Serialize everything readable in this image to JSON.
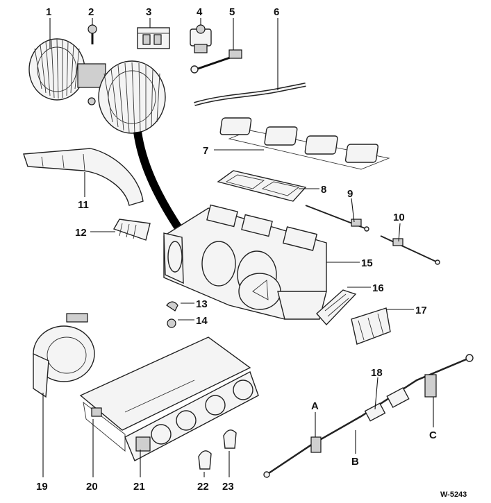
{
  "diagram": {
    "reference": "W-5243",
    "callouts": {
      "c1": "1",
      "c2": "2",
      "c3": "3",
      "c4": "4",
      "c5": "5",
      "c6": "6",
      "c7": "7",
      "c8": "8",
      "c9": "9",
      "c10": "10",
      "c11": "11",
      "c12": "12",
      "c13": "13",
      "c14": "14",
      "c15": "15",
      "c16": "16",
      "c17": "17",
      "c18": "18",
      "c19": "19",
      "c20": "20",
      "c21": "21",
      "c22": "22",
      "c23": "23",
      "cA": "A",
      "cB": "B",
      "cC": "C"
    }
  }
}
